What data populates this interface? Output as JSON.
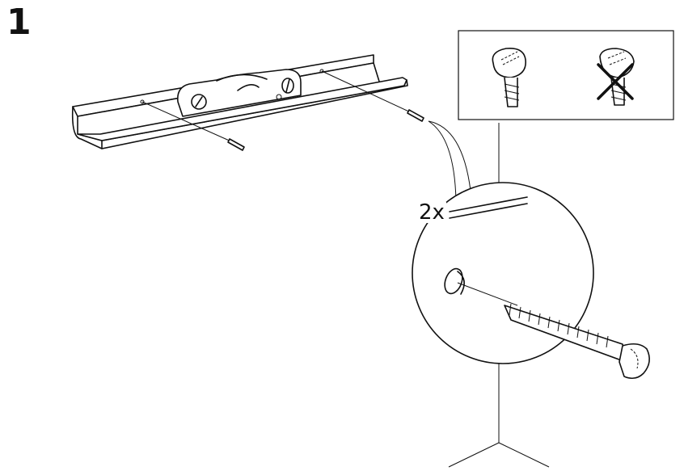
{
  "step": {
    "number": "1"
  },
  "detail": {
    "quantity_label": "2x"
  },
  "illustration": {
    "icons": [
      "wall-shelf-rail",
      "screw",
      "wall-corner",
      "screw-head-correct-icon",
      "screw-head-incorrect-icon",
      "cross-icon"
    ]
  }
}
